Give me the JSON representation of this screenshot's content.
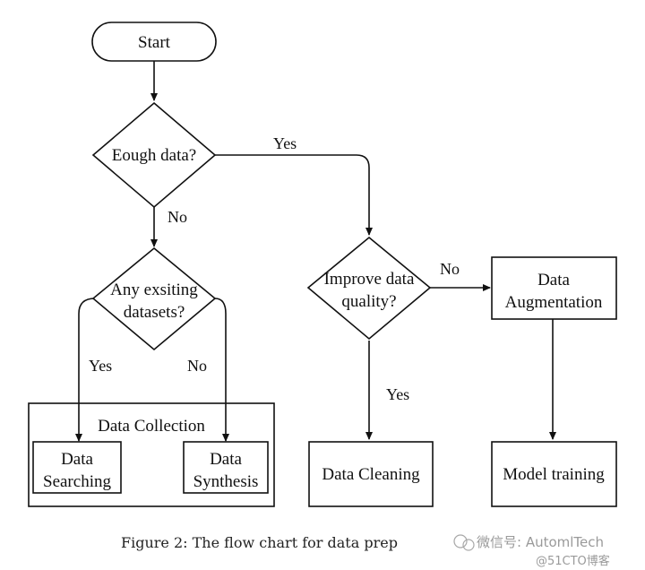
{
  "nodes": {
    "start": "Start",
    "enough_data": "Eough data?",
    "any_datasets": [
      "Any exsiting",
      "datasets?"
    ],
    "improve_quality": [
      "Improve data",
      "quality?"
    ],
    "data_augmentation": [
      "Data",
      "Augmentation"
    ],
    "data_collection": "Data Collection",
    "data_searching": [
      "Data",
      "Searching"
    ],
    "data_synthesis": [
      "Data",
      "Synthesis"
    ],
    "data_cleaning": "Data Cleaning",
    "model_training": "Model training"
  },
  "edge_labels": {
    "enough_yes": "Yes",
    "enough_no": "No",
    "datasets_yes": "Yes",
    "datasets_no": "No",
    "quality_no": "No",
    "quality_yes": "Yes"
  },
  "caption": "Figure 2: The flow chart for data prep",
  "watermark": {
    "text": "微信号: AutomlTech",
    "source": "@51CTO博客"
  }
}
